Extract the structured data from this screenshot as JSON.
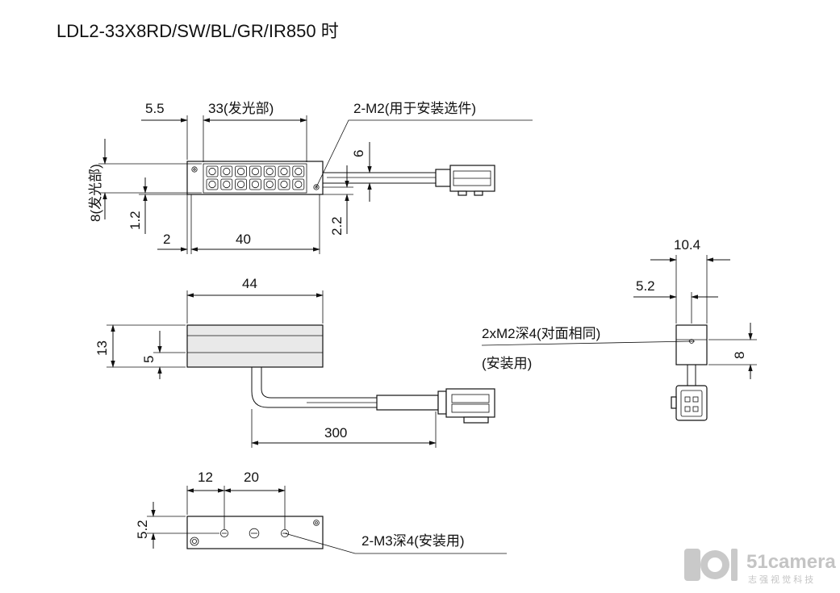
{
  "title": "LDL2-33X8RD/SW/BL/GR/IR850 时",
  "top_view": {
    "dim_offset": "5.5",
    "dim_emit_width": "33(发光部)",
    "dim_emit_height": "8(发光部)",
    "dim_edge_bottom": "1.2",
    "dim_left_margin": "2",
    "dim_base_width": "40",
    "dim_cable_height": "6",
    "dim_hole_offset": "2.2",
    "screw_note": "2-M2(用于安装选件)"
  },
  "side_view": {
    "dim_length": "44",
    "dim_height": "13",
    "dim_half": "5",
    "dim_cable": "300"
  },
  "end_view": {
    "dim_width": "10.4",
    "dim_half_width": "5.2",
    "dim_height": "8",
    "hole_note_line1": "2xM2深4(对面相同)",
    "hole_note_line2": "(安装用)"
  },
  "bottom_view": {
    "dim_first": "12",
    "dim_pitch": "20",
    "dim_vertical": "5.2",
    "hole_note": "2-M3深4(安装用)"
  },
  "watermark": {
    "brand": "51camera",
    "subtitle": "志 强 视 觉 科 技"
  }
}
